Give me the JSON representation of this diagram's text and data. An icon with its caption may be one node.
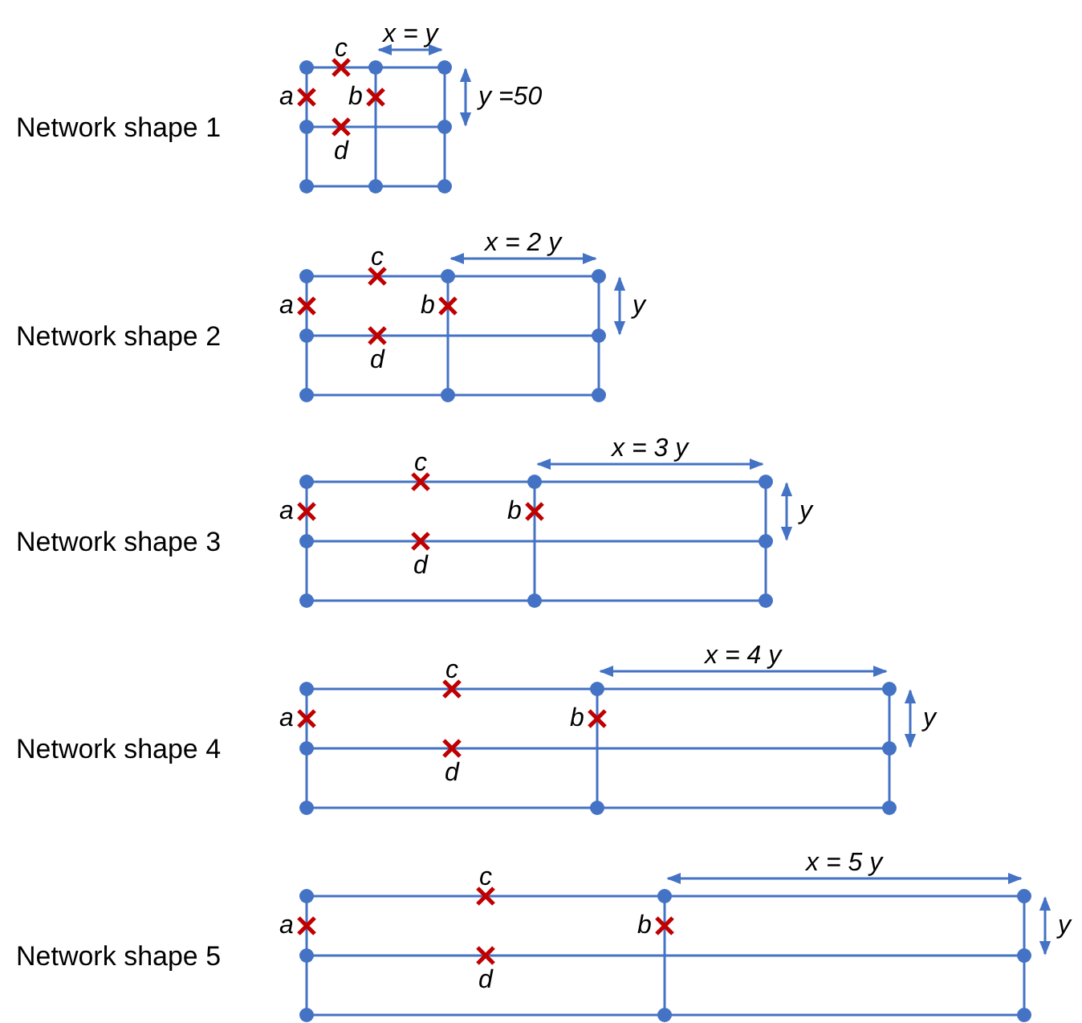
{
  "diagram": {
    "labels": [
      "x = y",
      "c",
      "y =50",
      "a",
      "b",
      "Network shape 1",
      "d",
      "x = 2 y",
      "c",
      "y",
      "a",
      "b",
      "Network shape 2",
      "d",
      "x = 3 y",
      "c",
      "y",
      "a",
      "b",
      "Network shape 3",
      "d",
      "x = 4 y",
      "c",
      "y",
      "a",
      "b",
      "Network shape 4",
      "d",
      "x = 5 y",
      "c",
      "y",
      "a",
      "b",
      "Network shape 5",
      "d"
    ]
  }
}
